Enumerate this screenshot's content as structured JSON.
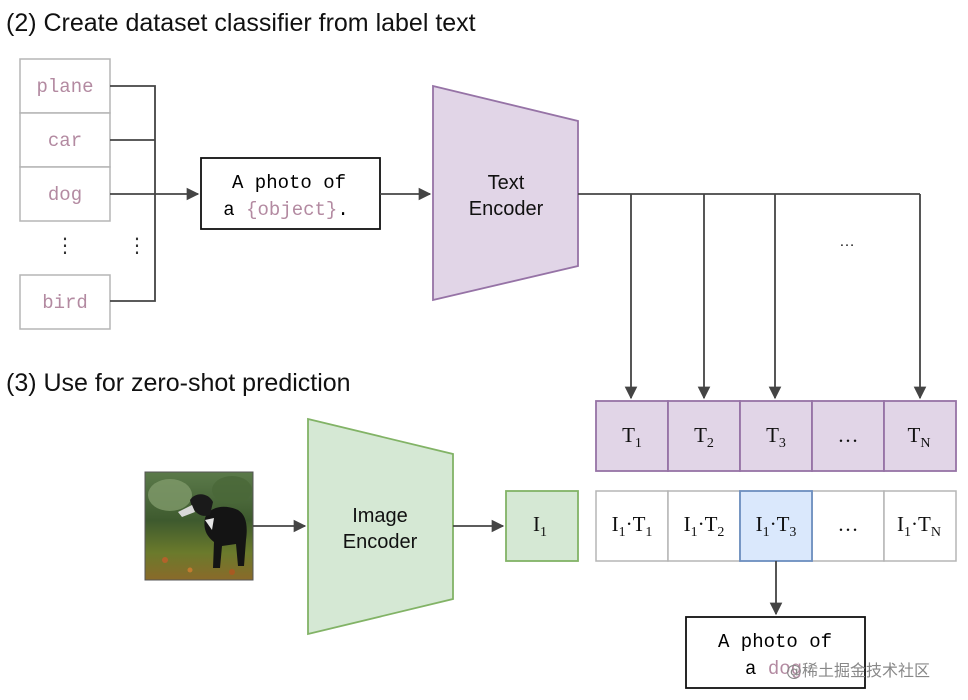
{
  "section2": {
    "title": "(2) Create dataset classifier from label text"
  },
  "section3": {
    "title": "(3) Use for zero-shot prediction"
  },
  "labels": [
    "plane",
    "car",
    "dog",
    "bird"
  ],
  "ellipsis": "⋮",
  "prompt": {
    "prefix": "A photo of",
    "article": "a",
    "placeholder": "{object}",
    "period": "."
  },
  "text_encoder": {
    "line1": "Text",
    "line2": "Encoder"
  },
  "image_encoder": {
    "line1": "Image",
    "line2": "Encoder"
  },
  "dots": "…",
  "text_embeddings": [
    {
      "base": "T",
      "sub": "1"
    },
    {
      "base": "T",
      "sub": "2"
    },
    {
      "base": "T",
      "sub": "3"
    },
    {
      "base": "…",
      "sub": ""
    },
    {
      "base": "T",
      "sub": "N"
    }
  ],
  "image_embedding": {
    "base": "I",
    "sub": "1"
  },
  "products": [
    {
      "a": "I",
      "asub": "1",
      "b": "T",
      "bsub": "1"
    },
    {
      "a": "I",
      "asub": "1",
      "b": "T",
      "bsub": "2"
    },
    {
      "a": "I",
      "asub": "1",
      "b": "T",
      "bsub": "3",
      "highlight": true
    },
    {
      "dots": "…"
    },
    {
      "a": "I",
      "asub": "1",
      "b": "T",
      "bsub": "N"
    }
  ],
  "result": {
    "line1": "A photo of",
    "article": "a",
    "word": "dog"
  },
  "watermark": "@稀土掘金技术社区",
  "colors": {
    "purple_fill": "#e1d5e7",
    "purple_stroke": "#9673a6",
    "green_fill": "#d5e8d4",
    "green_stroke": "#82b366",
    "blue_fill": "#dae8fc",
    "blue_stroke": "#6c8ebf",
    "label_text": "#b38aa1"
  },
  "icons": {
    "image": "dog-photo-icon"
  }
}
